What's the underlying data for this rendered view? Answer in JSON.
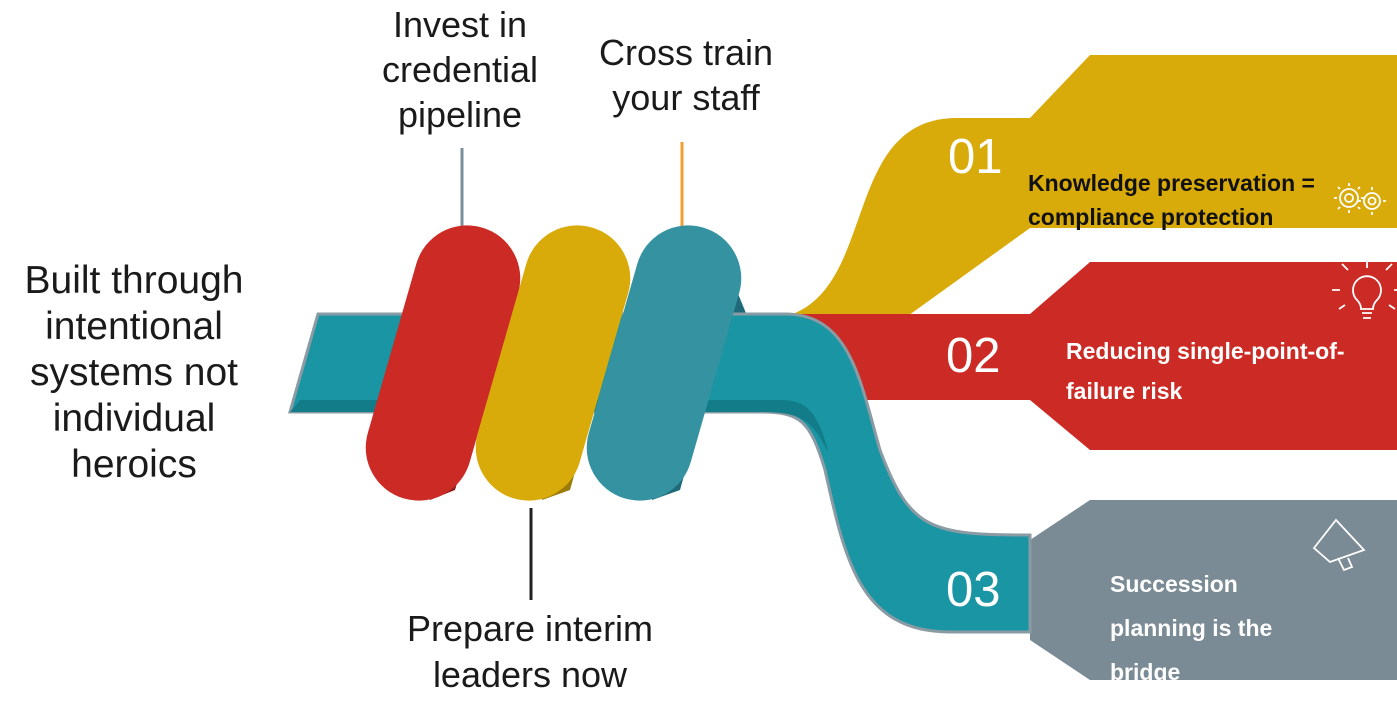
{
  "colors": {
    "red": "#cc2a24",
    "gold": "#d9ab0a",
    "teal": "#1a95a4",
    "teal_light": "#3592a0",
    "slate": "#7a8b95"
  },
  "left_text": "Built through intentional systems not individual heroics",
  "labels": {
    "invest": "Invest in credential pipeline",
    "cross_train": "Cross train your staff",
    "prepare": "Prepare interim leaders now"
  },
  "items": [
    {
      "number": "01",
      "text": "Knowledge preservation = compliance protection",
      "icon": "gears-icon"
    },
    {
      "number": "02",
      "text": "Reducing single-point-of-failure risk",
      "icon": "lightbulb-icon"
    },
    {
      "number": "03",
      "text": "Succession planning is the bridge",
      "icon": "megaphone-icon"
    }
  ]
}
